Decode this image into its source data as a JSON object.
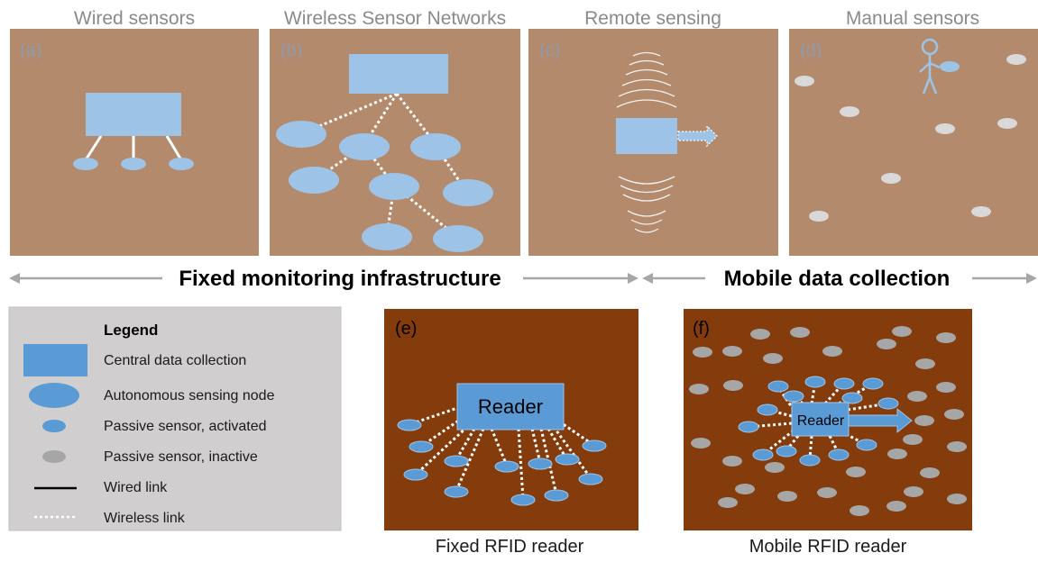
{
  "panels": {
    "a": {
      "title": "Wired sensors",
      "letter": "(a)"
    },
    "b": {
      "title": "Wireless Sensor Networks",
      "letter": "(b)"
    },
    "c": {
      "title": "Remote sensing",
      "letter": "(c)"
    },
    "d": {
      "title": "Manual sensors",
      "letter": "(d)"
    },
    "e": {
      "letter": "(e)",
      "reader_label": "Reader",
      "caption": "Fixed RFID reader"
    },
    "f": {
      "letter": "(f)",
      "reader_label": "Reader",
      "caption": "Mobile RFID reader"
    }
  },
  "banner": {
    "fixed": "Fixed monitoring infrastructure",
    "mobile": "Mobile data collection"
  },
  "legend": {
    "heading": "Legend",
    "items": [
      {
        "label": "Central data collection"
      },
      {
        "label": "Autonomous sensing node"
      },
      {
        "label": "Passive sensor, activated"
      },
      {
        "label": "Passive sensor, inactive"
      },
      {
        "label": "Wired link"
      },
      {
        "label": "Wireless link"
      }
    ]
  },
  "colors": {
    "soil": "#b48a6c",
    "dark_soil": "#843c0c",
    "light_blue": "#9dc3e6",
    "blue": "#5b9bd5",
    "gray_sensor": "#bfbfbf",
    "legend_bg": "#d0cece"
  }
}
